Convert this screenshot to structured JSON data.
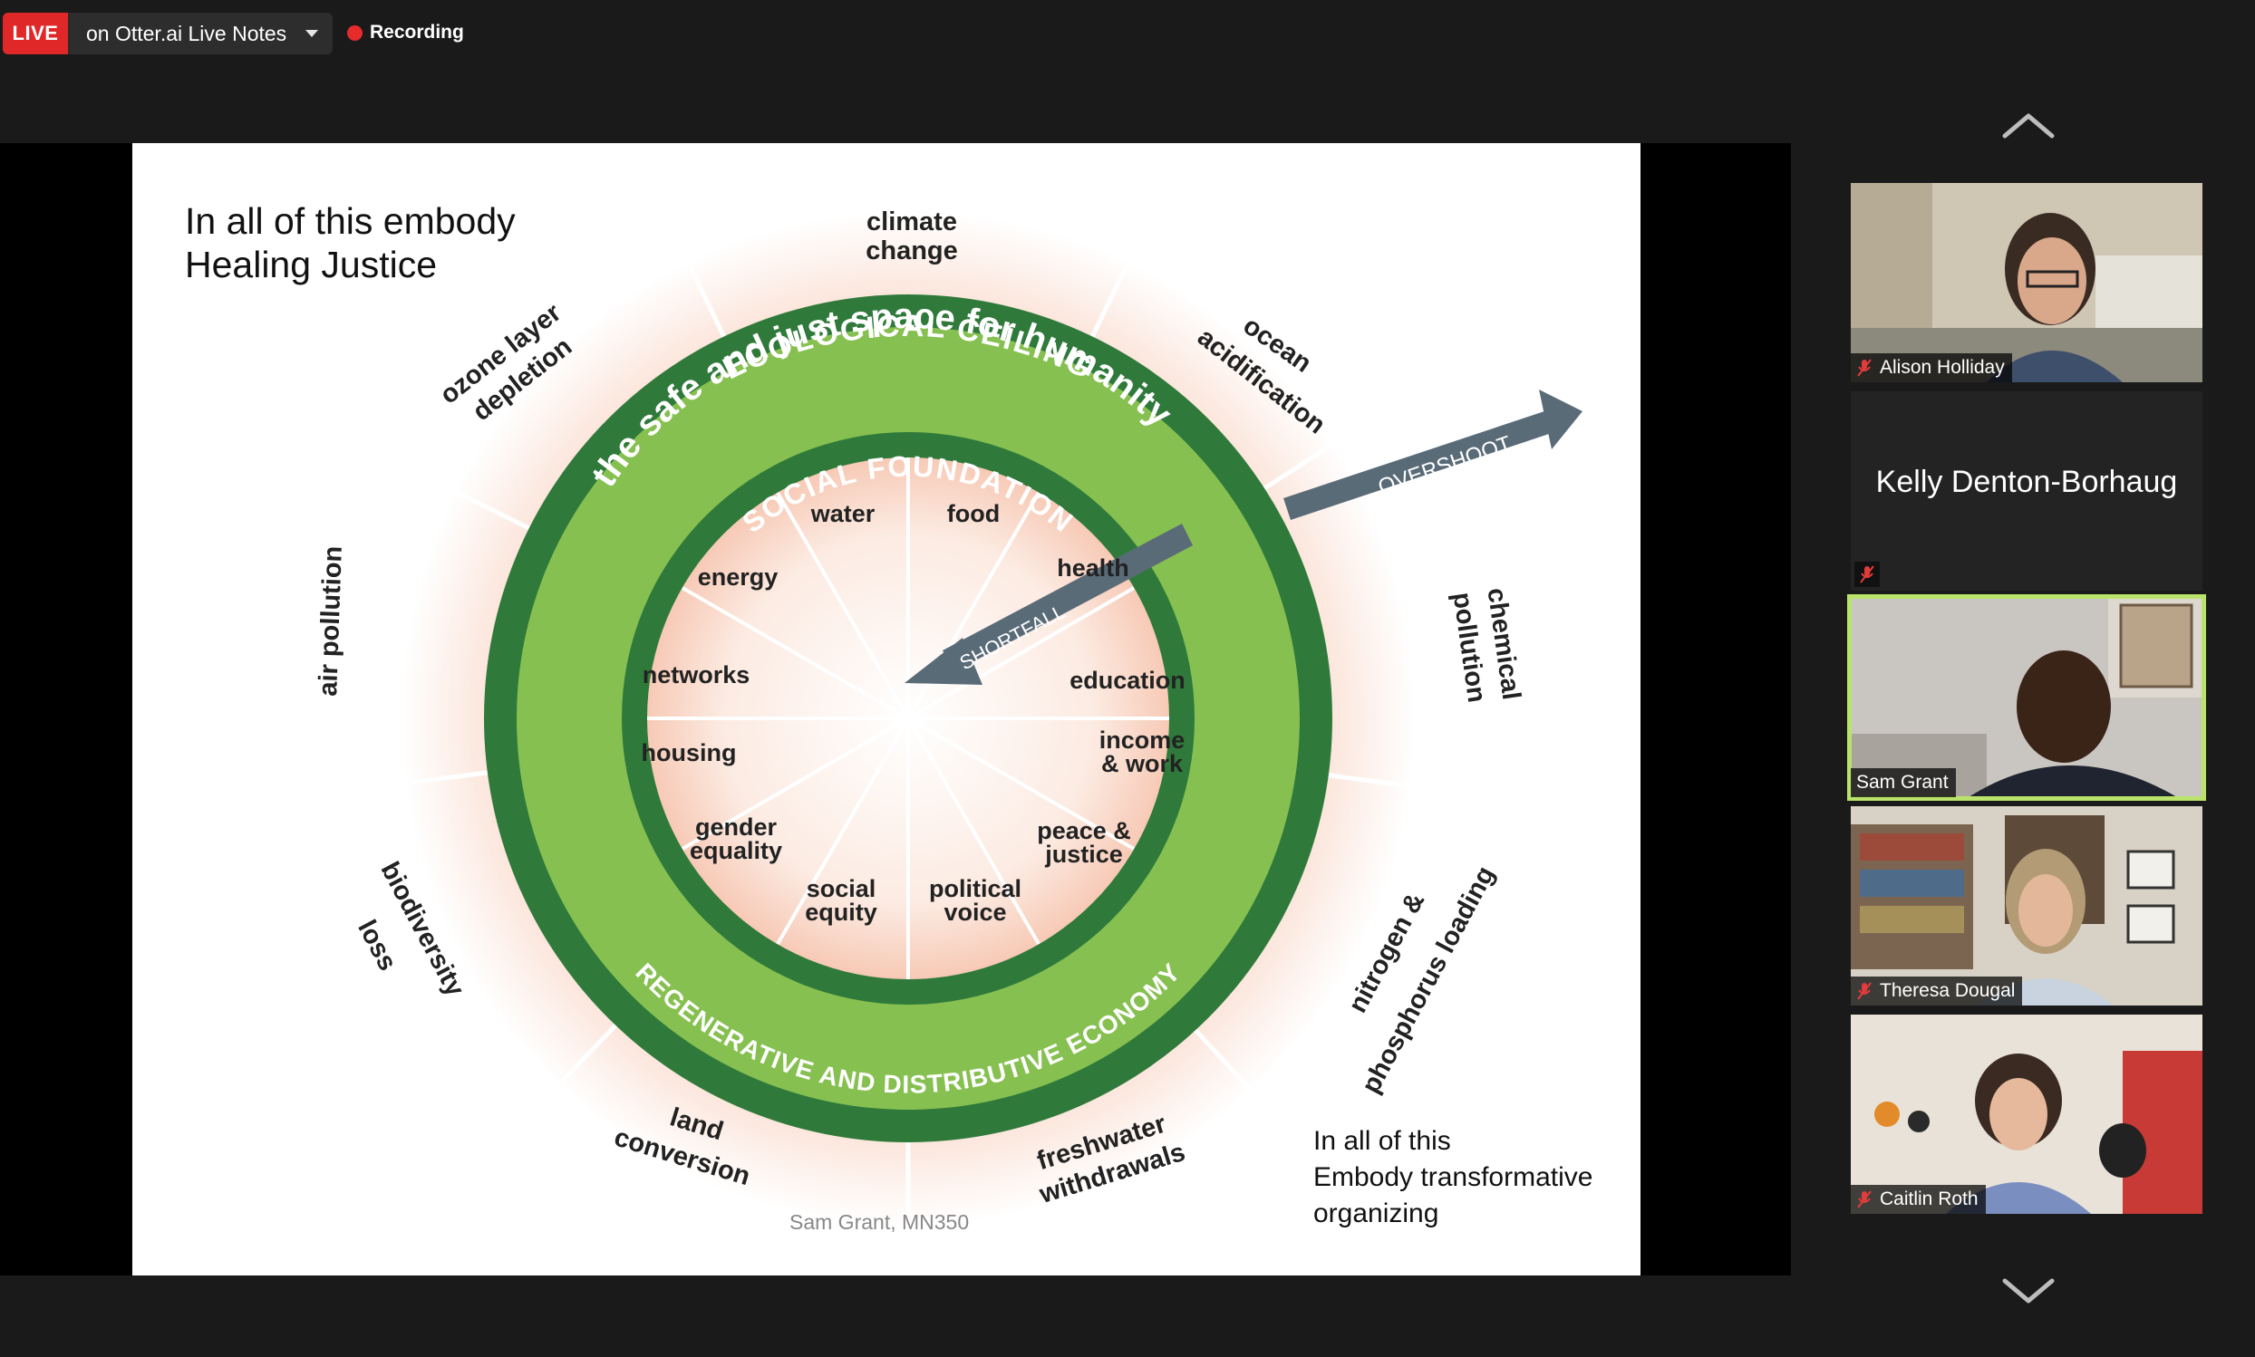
{
  "topbar": {
    "live_label": "LIVE",
    "live_target": "on Otter.ai Live Notes",
    "recording_label": "Recording"
  },
  "slide": {
    "heading_top": [
      "In all of this embody",
      "Healing Justice"
    ],
    "heading_bottom": [
      "In all of this",
      "Embody transformative",
      "organizing"
    ],
    "credit": "Sam Grant, MN350",
    "ring_labels": {
      "ecological_ceiling": "ECOLOGICAL CEILING",
      "safe_space": "the safe and just space for humanity",
      "social_foundation": "SOCIAL FOUNDATION",
      "economy": "REGENERATIVE AND DISTRIBUTIVE ECONOMY",
      "overshoot": "OVERSHOOT",
      "shortfall": "SHORTFALL"
    },
    "outer_labels": {
      "climate": [
        "climate",
        "change"
      ],
      "ocean": [
        "ocean",
        "acidification"
      ],
      "chemical": [
        "chemical",
        "pollution"
      ],
      "nitrogen": [
        "nitrogen &",
        "phosphorus loading"
      ],
      "freshwater": [
        "freshwater",
        "withdrawals"
      ],
      "land": [
        "land",
        "conversion"
      ],
      "biodiversity": [
        "biodiversity",
        "loss"
      ],
      "air": [
        "air pollution"
      ],
      "ozone": [
        "ozone layer",
        "depletion"
      ]
    },
    "inner_labels": {
      "water": [
        "water"
      ],
      "food": [
        "food"
      ],
      "health": [
        "health"
      ],
      "education": [
        "education"
      ],
      "income": [
        "income",
        "& work"
      ],
      "peace": [
        "peace &",
        "justice"
      ],
      "political": [
        "political",
        "voice"
      ],
      "social": [
        "social",
        "equity"
      ],
      "gender": [
        "gender",
        "equality"
      ],
      "housing": [
        "housing"
      ],
      "networks": [
        "networks"
      ],
      "energy": [
        "energy"
      ]
    }
  },
  "participants": [
    {
      "name": "Alison Holliday",
      "video": true,
      "muted": true
    },
    {
      "name": "Kelly Denton-Borhaug",
      "video": false,
      "muted": true
    },
    {
      "name": "Sam Grant",
      "video": true,
      "muted": false,
      "active_speaker": true
    },
    {
      "name": "Theresa Dougal",
      "video": true,
      "muted": true
    },
    {
      "name": "Caitlin Roth",
      "video": true,
      "muted": true
    }
  ],
  "colors": {
    "live_red": "#e02828",
    "dark_green": "#2f7a3b",
    "light_green": "#86c050",
    "arrow_slate": "#5a6b78",
    "active_outline": "#b9e36a"
  }
}
